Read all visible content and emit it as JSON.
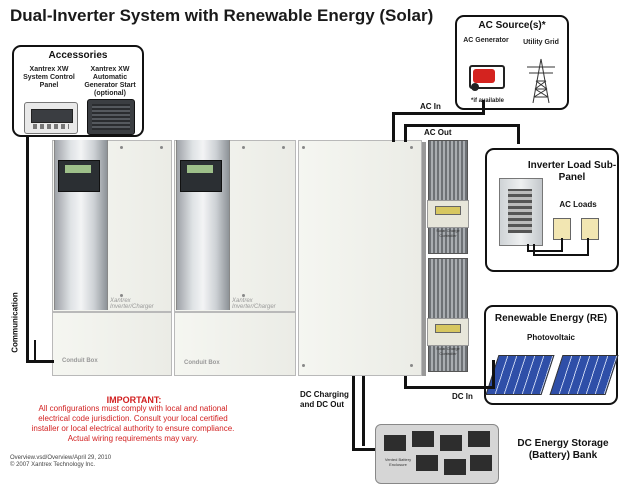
{
  "title": "Dual-Inverter System with Renewable Energy (Solar)",
  "accessories": {
    "title": "Accessories",
    "control_panel_label": "Xantrex XW System Control Panel",
    "generator_start_label": "Xantrex XW Automatic Generator Start (optional)"
  },
  "ac_sources": {
    "title": "AC Source(s)*",
    "generator_label": "AC Generator",
    "grid_label": "Utility Grid",
    "note": "*if available"
  },
  "load_panel": {
    "title": "Inverter Load Sub-Panel",
    "loads_label": "AC Loads"
  },
  "renewable": {
    "title": "Renewable Energy (RE)",
    "pv_label": "Photovoltaic"
  },
  "battery": {
    "title": "DC Energy Storage (Battery) Bank",
    "enclosure_label": "Vented Battery Enclosure"
  },
  "wires": {
    "ac_in": "AC In",
    "ac_out": "AC Out",
    "dc_in": "DC In",
    "dc_charging": "DC Charging and DC Out",
    "communication": "Communication"
  },
  "equipment": {
    "conduit_box_1": "Conduit Box",
    "conduit_box_2": "Conduit Box",
    "inverter_1_label": "Xantrex Inverter/Charger",
    "inverter_2_label": "Xantrex Inverter/Charger",
    "charge_controller_1": "Solar Charge Controller",
    "charge_controller_2": "Solar Charge Controller"
  },
  "important": {
    "heading": "IMPORTANT:",
    "lines": [
      "All configurations must comply with local and national",
      "electrical code jurisdiction.  Consult your local certified",
      "installer or local electrical authority to ensure compliance.",
      "Actual wiring requirements may vary."
    ]
  },
  "footer": {
    "file": "Overview.vsd/Overview/April 29, 2010",
    "copyright": "© 2007 Xantrex Technology Inc."
  },
  "colors": {
    "wire": "#111111",
    "important_text": "#d21f1f",
    "panel": "#f0f1ec",
    "lcd": "#9ec08a"
  }
}
